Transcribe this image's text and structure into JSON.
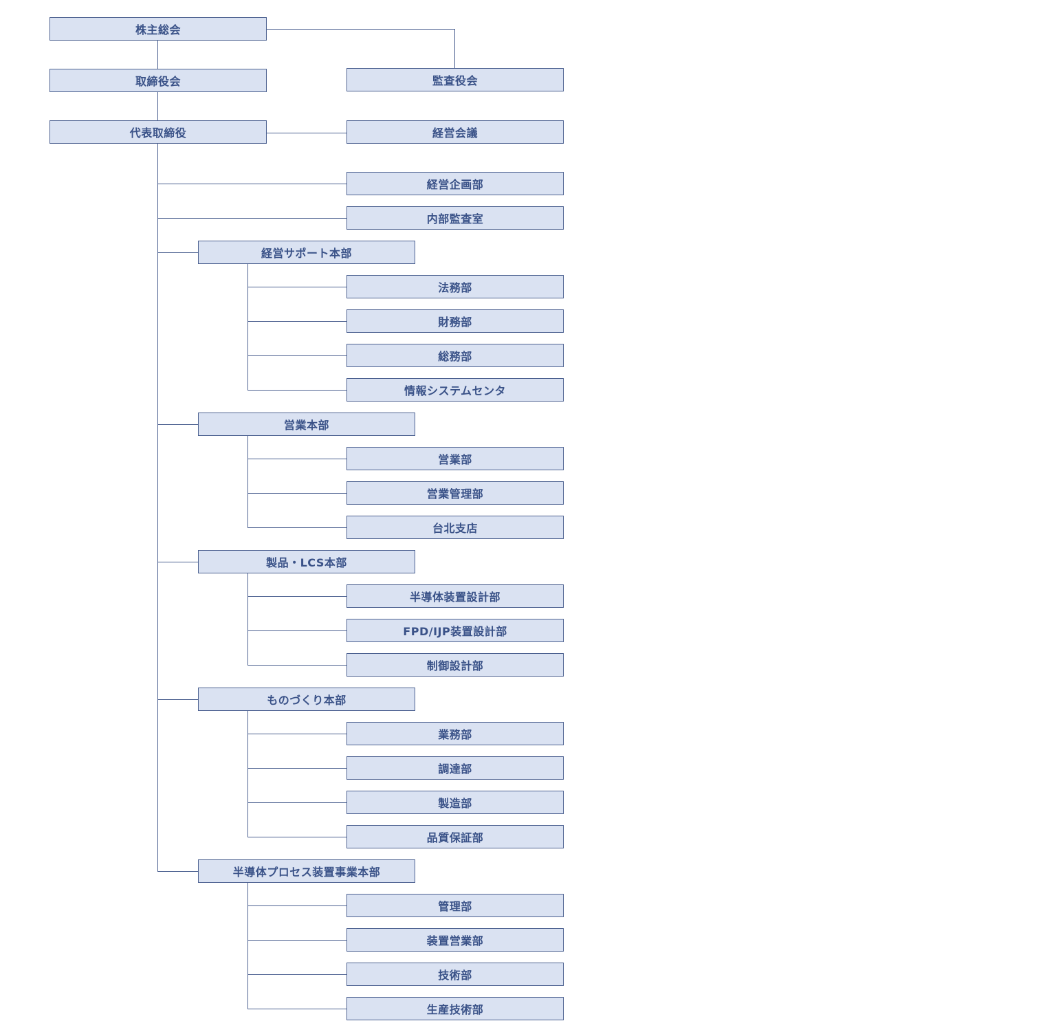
{
  "org": {
    "shareholders": "株主総会",
    "board": "取締役会",
    "auditors": "監査役会",
    "president": "代表取締役",
    "mgmt_meeting": "経営会議",
    "planning": "経営企画部",
    "internal_audit": "内部監査室",
    "support_hq": {
      "label": "経営サポート本部",
      "depts": [
        "法務部",
        "財務部",
        "総務部",
        "情報システムセンタ"
      ]
    },
    "sales_hq": {
      "label": "営業本部",
      "depts": [
        "営業部",
        "営業管理部",
        "台北支店"
      ]
    },
    "product_hq": {
      "label": "製品・LCS本部",
      "depts": [
        "半導体装置設計部",
        "FPD/IJP装置設計部",
        "制御設計部"
      ]
    },
    "mfg_hq": {
      "label": "ものづくり本部",
      "depts": [
        "業務部",
        "調達部",
        "製造部",
        "品質保証部"
      ]
    },
    "semi_hq": {
      "label": "半導体プロセス装置事業本部",
      "depts": [
        "管理部",
        "装置営業部",
        "技術部",
        "生産技術部"
      ]
    }
  },
  "colors": {
    "box_fill": "#dae2f2",
    "box_border": "#4a5f8f",
    "text": "#3a5288"
  }
}
